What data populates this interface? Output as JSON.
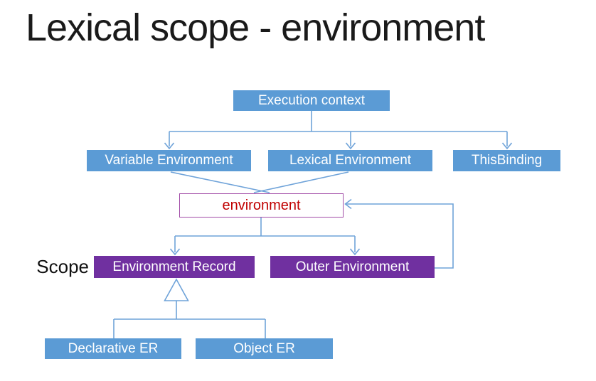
{
  "slide": {
    "title": "Lexical scope - environment"
  },
  "colors": {
    "node_blue": "#5B9BD5",
    "node_purple": "#7030A0",
    "environment_border": "#A24DA8",
    "environment_text": "#C00000",
    "connector": "#6FA3D9",
    "title_text": "#1A1A1A",
    "node_text": "#FFFFFF",
    "background": "#FFFFFF"
  },
  "diagram": {
    "scope_label": "Scope",
    "nodes": [
      {
        "id": "execution-context",
        "label": "Execution context"
      },
      {
        "id": "variable-environment",
        "label": "Variable Environment"
      },
      {
        "id": "lexical-environment",
        "label": "Lexical Environment"
      },
      {
        "id": "this-binding",
        "label": "ThisBinding"
      },
      {
        "id": "environment",
        "label": "environment"
      },
      {
        "id": "environment-record",
        "label": "Environment Record"
      },
      {
        "id": "outer-environment",
        "label": "Outer Environment"
      },
      {
        "id": "declarative-er",
        "label": "Declarative ER"
      },
      {
        "id": "object-er",
        "label": "Object ER"
      }
    ]
  }
}
